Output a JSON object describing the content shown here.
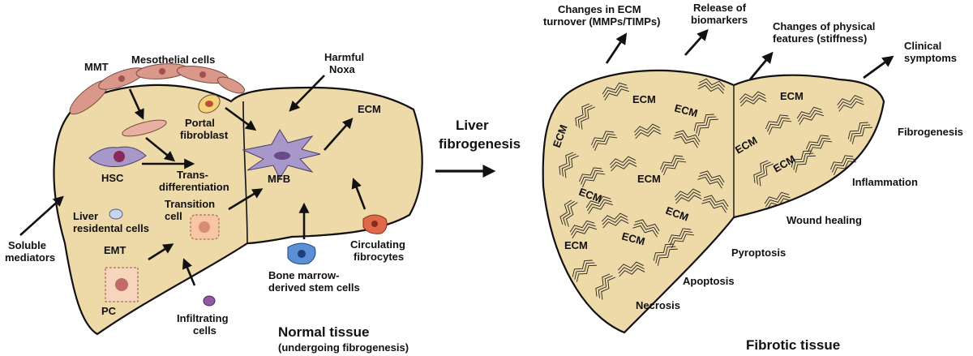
{
  "normal": {
    "mmt": "MMT",
    "mesothelial": "Mesothelial cells",
    "harmful_1": "Harmful",
    "harmful_2": "Noxa",
    "portal_1": "Portal",
    "portal_2": "fibroblast",
    "ecm": "ECM",
    "hsc": "HSC",
    "mfb": "MFB",
    "trans_1": "Trans-",
    "trans_2": "differentiation",
    "transition_1": "Transition",
    "transition_2": "cell",
    "liver_res_1": "Liver",
    "liver_res_2": "residental cells",
    "soluble_1": "Soluble",
    "soluble_2": "mediators",
    "emt": "EMT",
    "pc": "PC",
    "infiltrating_1": "Infiltrating",
    "infiltrating_2": "cells",
    "bone_1": "Bone marrow-",
    "bone_2": "derived stem cells",
    "circ_1": "Circulating",
    "circ_2": "fibrocytes",
    "title": "Normal tissue",
    "subtitle": "(undergoing fibrogenesis)"
  },
  "middle": {
    "line1": "Liver",
    "line2": "fibrogenesis"
  },
  "fibrotic": {
    "turnover_1": "Changes in ECM",
    "turnover_2": "turnover (MMPs/TIMPs)",
    "biomarkers_1": "Release of",
    "biomarkers_2": "biomarkers",
    "physical_1": "Changes of physical",
    "physical_2": "features (stiffness)",
    "clinical_1": "Clinical",
    "clinical_2": "symptoms",
    "ecm_label": "ECM",
    "fibrogenesis": "Fibrogenesis",
    "inflammation": "Inflammation",
    "wound": "Wound healing",
    "pyroptosis": "Pyroptosis",
    "apoptosis": "Apoptosis",
    "necrosis": "Necrosis",
    "title": "Fibrotic tissue"
  },
  "colors": {
    "liver_fill": "#eed9a8",
    "outline": "#111111",
    "stellate": "#a898c9",
    "mesothelial": "#d9988a",
    "bone_cell": "#5b8fd6",
    "fibrocyte": "#e0684a",
    "infiltrating": "#8e5aa8"
  }
}
